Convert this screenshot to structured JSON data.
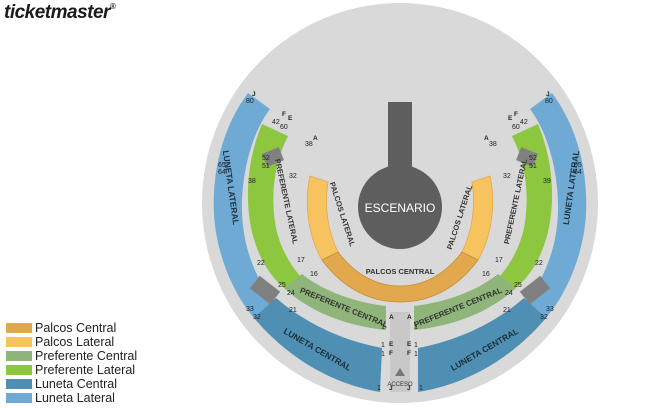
{
  "brand": {
    "name": "ticketmaster",
    "reg_mark": "®"
  },
  "stage": {
    "label": "ESCENARIO"
  },
  "entrance": {
    "label": "ACCESO"
  },
  "colors": {
    "venue_bg": "#d9d9d9",
    "stage": "#5e5e5e",
    "palcos_central": "#e2a84d",
    "palcos_lateral": "#f7c35e",
    "preferente_central": "#8fb57a",
    "preferente_lateral": "#8dc63f",
    "luneta_central": "#4f8fb3",
    "luneta_lateral": "#6eaad4",
    "aisle": "#bdbdbd",
    "block": "#808080"
  },
  "sections": {
    "palcos_central": "PALCOS CENTRAL",
    "palcos_lateral_left": "PALCOS LATERAL",
    "palcos_lateral_right": "PALCOS LATERAL",
    "preferente_central_left": "PREFERENTE CENTRAL",
    "preferente_central_right": "PREFERENTE CENTRAL",
    "preferente_lateral_left": "PREFERENTE LATERAL",
    "preferente_lateral_right": "PREFERENTE LATERAL",
    "luneta_central_left": "LUNETA CENTRAL",
    "luneta_central_right": "LUNETA CENTRAL",
    "luneta_lateral_left": "LUNETA LATERAL",
    "luneta_lateral_right": "LUNETA LATERAL"
  },
  "seat_numbers": {
    "left": {
      "n80": "80",
      "n42": "42",
      "n60": "60",
      "n38": "38",
      "n52": "52",
      "n51": "51",
      "n65": "65",
      "n64": "64",
      "n38b": "38",
      "n32": "32",
      "n17": "17",
      "n22": "22",
      "n16": "16",
      "n25": "25",
      "n24": "24",
      "n21": "21",
      "n33": "33",
      "n32b": "32",
      "n1a": "1",
      "n1b": "1",
      "n1c": "1",
      "n1d": "1"
    },
    "right": {
      "n80": "80",
      "n42": "42",
      "n60": "60",
      "n38": "38",
      "n52": "52",
      "n51": "51",
      "n65": "65",
      "n64": "64",
      "n39": "39",
      "n32": "32",
      "n17": "17",
      "n22": "22",
      "n16": "16",
      "n25": "25",
      "n24": "24",
      "n21": "21",
      "n33": "33",
      "n32b": "32",
      "n1a": "1",
      "n1b": "1",
      "n1c": "1",
      "n1d": "1"
    }
  },
  "row_letters": {
    "left": {
      "J": "J",
      "F": "F",
      "E": "E",
      "A": "A",
      "A2": "A",
      "E2": "E",
      "F2": "F",
      "J2": "J"
    },
    "right": {
      "J": "J",
      "F": "F",
      "E": "E",
      "A": "A",
      "A2": "A",
      "E2": "E",
      "F2": "F",
      "J2": "J"
    }
  },
  "legend": [
    {
      "label": "Palcos Central",
      "color": "#e2a84d"
    },
    {
      "label": "Palcos Lateral",
      "color": "#f7c35e"
    },
    {
      "label": "Preferente Central",
      "color": "#8fb57a"
    },
    {
      "label": "Preferente Lateral",
      "color": "#8dc63f"
    },
    {
      "label": "Luneta Central",
      "color": "#4f8fb3"
    },
    {
      "label": "Luneta Lateral",
      "color": "#6eaad4"
    }
  ]
}
